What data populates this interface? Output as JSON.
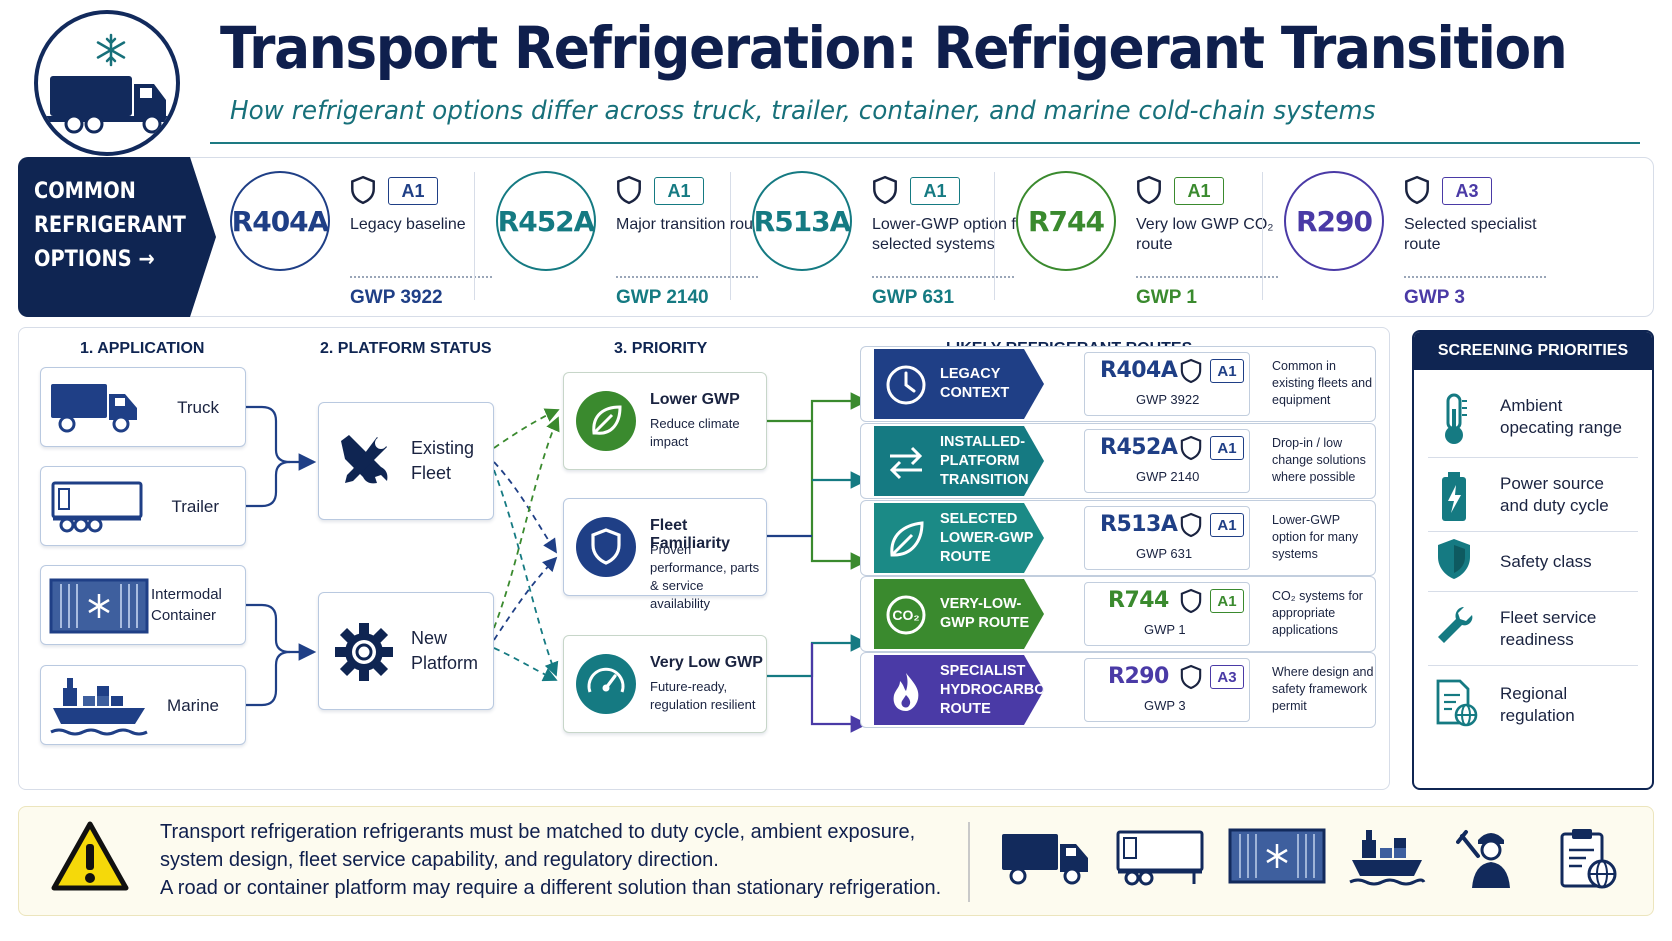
{
  "header": {
    "title": "Transport Refrigeration: Refrigerant Transition",
    "subtitle": "How refrigerant options differ across truck, trailer, container, and marine cold-chain systems",
    "logo_icon": "refrigerated-truck-snowflake-icon"
  },
  "options": {
    "label_lines": [
      "COMMON",
      "REFRIGERANT",
      "OPTIONS →"
    ],
    "items": [
      {
        "code": "R404A",
        "class": "A1",
        "desc": "Legacy baseline",
        "gwp": "GWP 3922",
        "color": "#1f3f86"
      },
      {
        "code": "R452A",
        "class": "A1",
        "desc": "Major transition route",
        "gwp": "GWP 2140",
        "color": "#157a82"
      },
      {
        "code": "R513A",
        "class": "A1",
        "desc": "Lower-GWP option for selected systems",
        "gwp": "GWP 631",
        "color": "#157a82"
      },
      {
        "code": "R744",
        "class": "A1",
        "desc": "Very low GWP CO₂ route",
        "gwp": "GWP 1",
        "color": "#3a8a2e"
      },
      {
        "code": "R290",
        "class": "A3",
        "desc": "Selected specialist route",
        "gwp": "GWP 3",
        "color": "#4a3aa6"
      }
    ]
  },
  "columns": {
    "application": "1. APPLICATION",
    "platform": "2. PLATFORM STATUS",
    "priority": "3. PRIORITY",
    "routes": "LIKELY REFRIGERANT ROUTES"
  },
  "applications": [
    {
      "label": "Truck",
      "icon": "truck-icon"
    },
    {
      "label": "Trailer",
      "icon": "trailer-icon"
    },
    {
      "label": "Intermodal Container",
      "icon": "container-icon"
    },
    {
      "label": "Marine",
      "icon": "ship-icon"
    }
  ],
  "platforms": [
    {
      "label": "Existing Fleet",
      "icon": "tools-icon"
    },
    {
      "label": "New Platform",
      "icon": "gear-icon"
    }
  ],
  "priorities": [
    {
      "title": "Lower GWP",
      "sub": "Reduce climate impact",
      "icon": "leaf-icon",
      "color": "#3a8a2e"
    },
    {
      "title": "Fleet Familiarity",
      "sub": "Proven performance, parts & service availability",
      "icon": "shield-icon",
      "color": "#1f3f86"
    },
    {
      "title": "Very Low GWP",
      "sub": "Future-ready, regulation resilient",
      "icon": "gauge-icon",
      "color": "#157a82"
    }
  ],
  "routes": [
    {
      "tag": "LEGACY CONTEXT",
      "icon": "clock-icon",
      "color": "#1f3f86",
      "code": "R404A",
      "class": "A1",
      "gwp": "GWP 3922",
      "note": "Common in existing fleets and equipment"
    },
    {
      "tag": "INSTALLED-PLATFORM TRANSITION",
      "icon": "swap-arrows-icon",
      "color": "#157a82",
      "code": "R452A",
      "class": "A1",
      "gwp": "GWP 2140",
      "note": "Drop-in / low change solutions where possible"
    },
    {
      "tag": "SELECTED LOWER-GWP ROUTE",
      "icon": "leaf-icon",
      "color": "#1b8a86",
      "code": "R513A",
      "class": "A1",
      "gwp": "GWP 631",
      "note": "Lower-GWP option for many systems"
    },
    {
      "tag": "VERY-LOW-GWP ROUTE",
      "icon": "co2-icon",
      "color": "#3a8a2e",
      "code": "R744",
      "class": "A1",
      "gwp": "GWP 1",
      "note": "CO₂ systems for appropriate applications"
    },
    {
      "tag": "SPECIALIST HYDROCARBON ROUTE",
      "icon": "flame-icon",
      "color": "#4a3aa6",
      "code": "R290",
      "class": "A3",
      "gwp": "GWP 3",
      "note": "Where design and safety framework permit"
    }
  ],
  "screening": {
    "title": "SCREENING PRIORITIES",
    "items": [
      {
        "label": "Ambient opecating range",
        "icon": "thermometer-icon"
      },
      {
        "label": "Power source and duty cycle",
        "icon": "battery-icon"
      },
      {
        "label": "Safety class",
        "icon": "shield-icon"
      },
      {
        "label": "Fleet service readiness",
        "icon": "wrench-icon"
      },
      {
        "label": "Regional regulation",
        "icon": "document-globe-icon"
      }
    ]
  },
  "footer": {
    "lines": [
      "Transport refrigeration refrigerants must be matched to duty cycle, ambient exposure,",
      "system design, fleet service capability, and regulatory direction.",
      "A road or container platform may require a different solution than stationary refrigeration."
    ],
    "warning_icon": "warning-icon",
    "icons": [
      "truck-icon",
      "trailer-icon",
      "container-icon",
      "ship-icon",
      "technician-icon",
      "clipboard-globe-icon"
    ]
  },
  "colors": {
    "navy": "#0f2552",
    "teal": "#157a82",
    "green": "#3a8a2e",
    "purple": "#4a3aa6"
  }
}
